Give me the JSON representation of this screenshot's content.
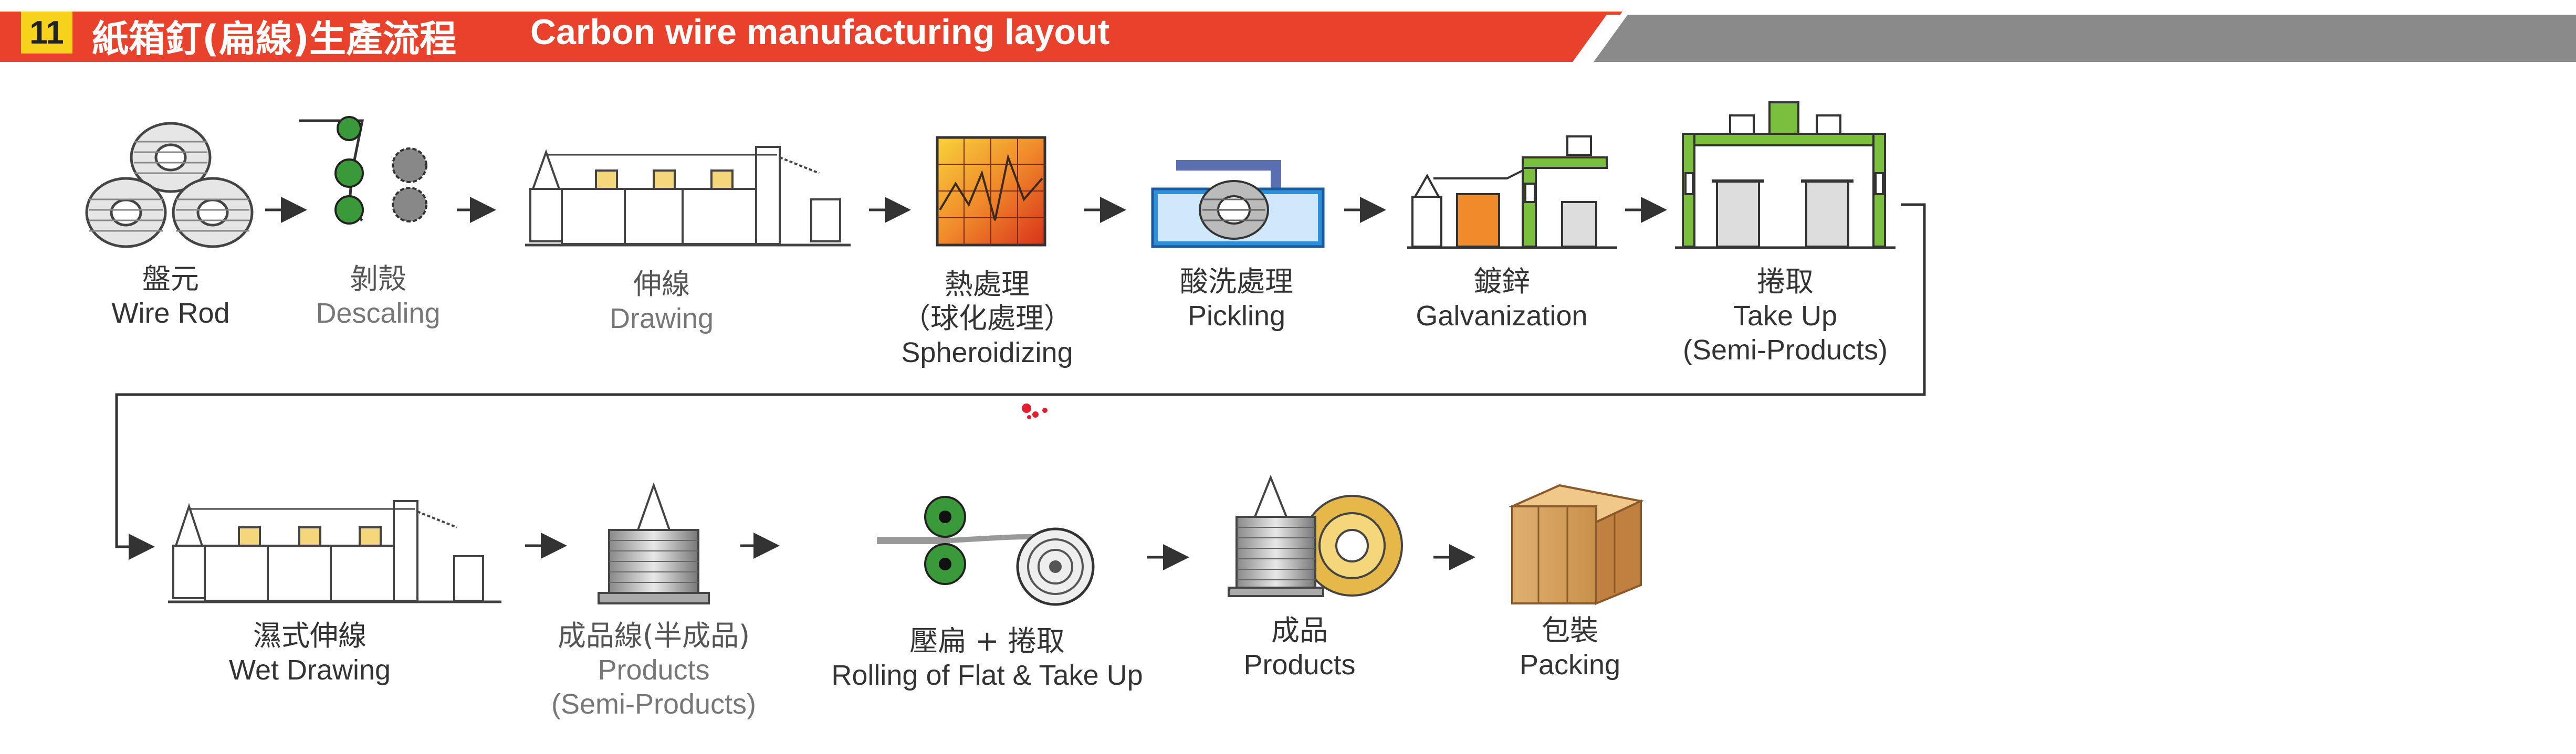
{
  "header": {
    "number": "11",
    "title_cn": "紙箱釘(扁線)生產流程",
    "title_en": "Carbon wire manufacturing layout",
    "accent_color": "#e8412c",
    "secondary_color": "#8a8a8a",
    "badge_color": "#f6d21c"
  },
  "steps": [
    {
      "id": "wire-rod",
      "cn": "盤元",
      "en": "Wire Rod",
      "icon": "wire-coils-icon"
    },
    {
      "id": "descaling",
      "cn": "剝殼",
      "en": "Descaling",
      "icon": "descaling-rollers-icon"
    },
    {
      "id": "drawing",
      "cn": "伸線",
      "en": "Drawing",
      "icon": "drawing-machine-icon"
    },
    {
      "id": "spheroidizing",
      "cn": "熱處理",
      "cn2": "（球化處理）",
      "en": "Spheroidizing",
      "icon": "heat-chart-icon"
    },
    {
      "id": "pickling",
      "cn": "酸洗處理",
      "en": "Pickling",
      "icon": "acid-tank-icon"
    },
    {
      "id": "galvanization",
      "cn": "鍍鋅",
      "en": "Galvanization",
      "icon": "galvanizing-line-icon"
    },
    {
      "id": "take-up",
      "cn": "捲取",
      "en": "Take Up",
      "en2": "(Semi-Products)",
      "icon": "take-up-gantry-icon"
    },
    {
      "id": "wet-drawing",
      "cn": "濕式伸線",
      "en": "Wet Drawing",
      "icon": "wet-drawing-machine-icon"
    },
    {
      "id": "semi-products",
      "cn": "成品線(半成品)",
      "en": "Products",
      "en2": "(Semi-Products)",
      "icon": "wire-spool-icon"
    },
    {
      "id": "rolling",
      "cn": "壓扁 + 捲取",
      "en": "Rolling of Flat & Take Up",
      "icon": "rolling-flat-icon"
    },
    {
      "id": "products",
      "cn": "成品",
      "en": "Products",
      "icon": "spool-and-coil-icon"
    },
    {
      "id": "packing",
      "cn": "包裝",
      "en": "Packing",
      "icon": "carton-box-icon"
    }
  ]
}
